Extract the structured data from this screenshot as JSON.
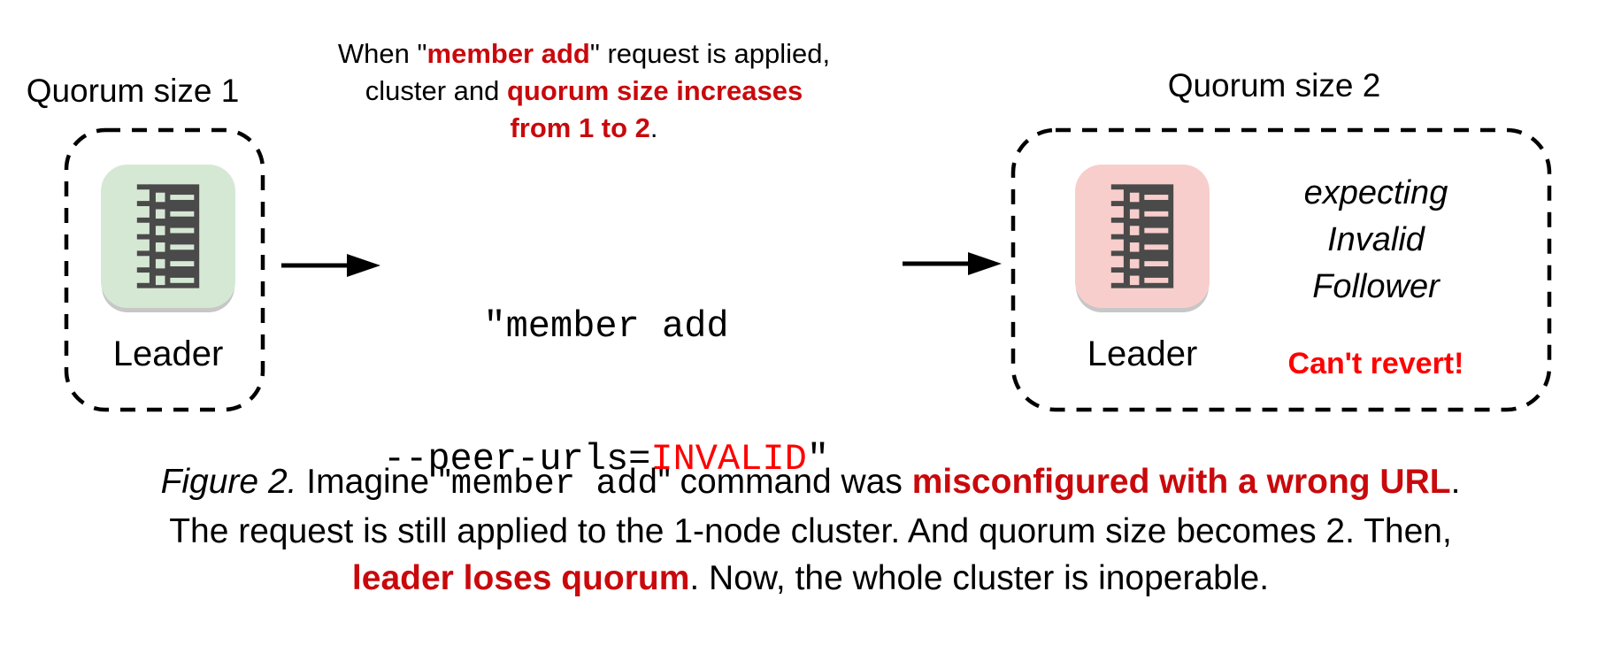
{
  "content": {
    "quorum_left": "Quorum size 1",
    "quorum_right": "Quorum size 2",
    "leader_left": "Leader",
    "leader_right": "Leader",
    "heading_lines": [
      [
        {
          "t": "When \""
        },
        {
          "t": "member add",
          "c": "red-bold"
        },
        {
          "t": "\" request is applied,"
        }
      ],
      [
        {
          "t": "cluster and "
        },
        {
          "t": "quorum size increases",
          "c": "red-bold"
        }
      ],
      [
        {
          "t": "from 1 to 2",
          "c": "red-bold"
        },
        {
          "t": "."
        }
      ]
    ],
    "command_lines": [
      [
        {
          "t": "\"member add"
        }
      ],
      [
        {
          "t": "--peer-urls="
        },
        {
          "t": "INVALID",
          "c": "red"
        },
        {
          "t": "\""
        }
      ]
    ],
    "note_lines": [
      "expecting",
      "Invalid",
      "Follower"
    ],
    "warning": "Can't revert!",
    "caption_lines": [
      [
        {
          "t": "Figure 2.",
          "c": "italic"
        },
        {
          "t": " Imagine \""
        },
        {
          "t": "member add",
          "c": "mono"
        },
        {
          "t": "\" command was "
        },
        {
          "t": "misconfigured with a wrong URL",
          "c": "red-bold"
        },
        {
          "t": "."
        }
      ],
      [
        {
          "t": "The request is still applied to the 1-node cluster. And quorum size becomes 2. Then,"
        }
      ],
      [
        {
          "t": "leader loses quorum",
          "c": "red-bold"
        },
        {
          "t": ". Now, the whole cluster is inoperable."
        }
      ]
    ]
  },
  "icons": {
    "node_icon": "member-list-server",
    "arrow_icon": "→"
  },
  "colors": {
    "red_emphasis": "#c9090c",
    "red_code": "#ff0000",
    "node_green": "#d5e8d4",
    "node_pink": "#f8cecc",
    "glyph_dark": "#4a4a4a",
    "ink": "#000000"
  }
}
